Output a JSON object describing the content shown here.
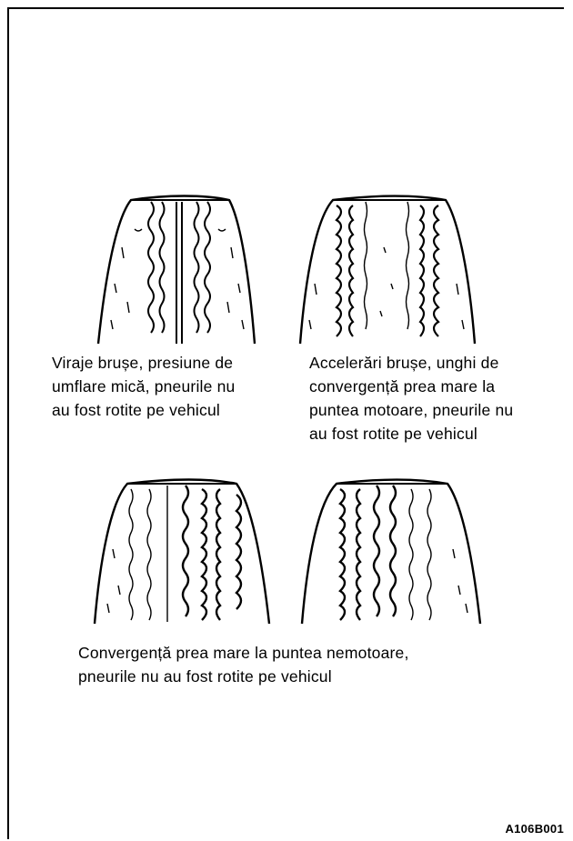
{
  "captions": {
    "top_left": [
      "Viraje brușe, presiune de",
      "umflare mică, pneurile nu",
      "au fost rotite pe vehicul"
    ],
    "top_right": [
      "Accelerări brușe, unghi de",
      "convergență prea mare la",
      "puntea motoare, pneurile nu",
      "au fost rotite pe vehicul"
    ],
    "bottom_words": [
      "Convergență",
      "prea",
      "mare",
      "la",
      "puntea",
      "nemotoare,"
    ],
    "bottom_line2": "pneurile nu au fost rotite pe vehicul"
  },
  "figure_code": "A106B001",
  "tires": [
    {
      "wear_pattern": "shoulder-worn"
    },
    {
      "wear_pattern": "center-worn"
    },
    {
      "wear_pattern": "inner-shoulder-worn"
    },
    {
      "wear_pattern": "outer-shoulder-worn"
    }
  ]
}
